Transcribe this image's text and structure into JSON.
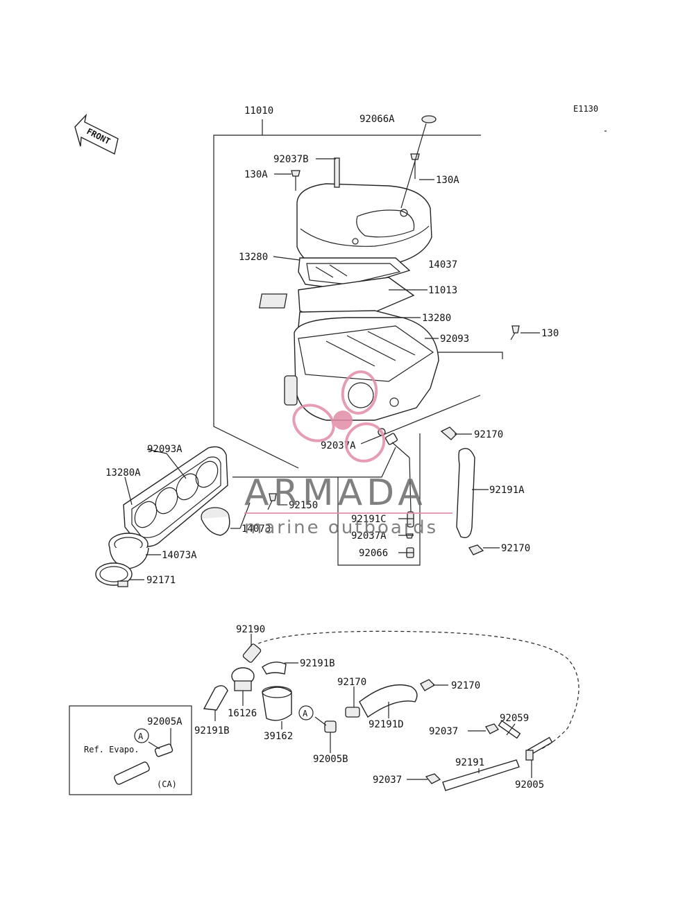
{
  "diagram_code": "E1130",
  "front_label": "FRONT",
  "labels": {
    "l11010": "11010",
    "l92066A": "92066A",
    "l92037B": "92037B",
    "l130A_left": "130A",
    "l130A_right": "130A",
    "l13280_top": "13280",
    "l14037": "14037",
    "l11013": "11013",
    "l13280_mid": "13280",
    "l130": "130",
    "l92093": "92093",
    "l92170_a": "92170",
    "l92037A_a": "92037A",
    "l92093A": "92093A",
    "l13280A": "13280A",
    "l92150": "92150",
    "l14073": "14073",
    "l14073A": "14073A",
    "l92171": "92171",
    "l92191A": "92191A",
    "l92191C": "92191C",
    "l92037A_b": "92037A",
    "l92066": "92066",
    "l92170_b": "92170",
    "l92190": "92190",
    "l92191B_a": "92191B",
    "l92170_c": "92170",
    "l92170_d": "92170",
    "l16126": "16126",
    "l92191B_b": "92191B",
    "l39162": "39162",
    "l92191D": "92191D",
    "l92005B": "92005B",
    "l92059": "92059",
    "l92037_a": "92037",
    "l92191": "92191",
    "l92037_b": "92037",
    "l92005": "92005",
    "l92005A": "92005A"
  },
  "callout_A": "A",
  "inset": {
    "ref_text": "Ref. Evapo.",
    "variant": "(CA)"
  },
  "watermark": {
    "brand": "ARMADA",
    "tagline": "marine outboards"
  }
}
